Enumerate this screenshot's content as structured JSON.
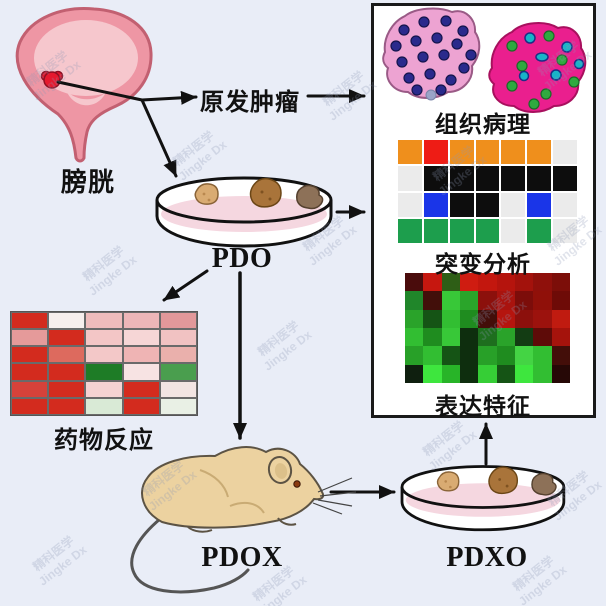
{
  "labels": {
    "bladder": "膀胱",
    "primary_tumor": "原发肿瘤",
    "histopathology": "组织病理",
    "mutation_analysis": "突变分析",
    "expression_profile": "表达特征",
    "drug_response": "药物反应",
    "pdo": "PDO",
    "pdox": "PDOX",
    "pdxo": "PDXO"
  },
  "watermark": {
    "text": "精科医学\nJingke Dx"
  },
  "palette": {
    "page_bg": "#e9edf7",
    "panel_bg": "#ffffff",
    "panel_border": "#1a1a1a",
    "arrow": "#111111",
    "bladder_wall": "#ee96a4",
    "bladder_outline": "#c26071",
    "bladder_inner": "#f6c7cd",
    "tumor_red": "#e5192e",
    "dish_liquid_pink": "#f5d7e0",
    "organoid_tan": "#d9ab72",
    "organoid_brown": "#a9743a",
    "organoid_gray_brown": "#8d7158",
    "mouse_body": "#ecd2a0",
    "mouse_outline": "#5c5344",
    "tissue_left_fill": "#eda3d2",
    "tissue_left_outline": "#9a5a86",
    "tissue_left_dot_navy": "#2a2a8c",
    "tissue_right_fill": "#ea1f8e",
    "tissue_right_outline": "#a8105e",
    "tissue_right_dot_green": "#2faa3f",
    "tissue_right_dot_teal": "#18b4c8",
    "mutation_orange": "#ef8f1c",
    "mutation_red": "#ee1c15",
    "mutation_black": "#0d0d0d",
    "mutation_blue": "#1a35e8",
    "mutation_green": "#1d9e4d",
    "mutation_gray": "#ebebeb"
  },
  "chart_data": [
    {
      "name": "mutation_grid",
      "type": "heatmap",
      "title": "突变分析",
      "rows": 4,
      "cols": 7,
      "cells": [
        [
          "#ef8f1c",
          "#ee1c15",
          "#ef8f1c",
          "#ef8f1c",
          "#ef8f1c",
          "#ef8f1c",
          "#ebebeb"
        ],
        [
          "#ebebeb",
          "#0d0d0d",
          "#0d0d0d",
          "#0d0d0d",
          "#0d0d0d",
          "#0d0d0d",
          "#0d0d0d"
        ],
        [
          "#ebebeb",
          "#1a35e8",
          "#0d0d0d",
          "#0d0d0d",
          "#ebebeb",
          "#1a35e8",
          "#ebebeb"
        ],
        [
          "#1d9e4d",
          "#1d9e4d",
          "#1d9e4d",
          "#1d9e4d",
          "#ebebeb",
          "#1d9e4d",
          "#ebebeb"
        ]
      ]
    },
    {
      "name": "expression_grid",
      "type": "heatmap",
      "title": "表达特征",
      "rows": 6,
      "cols": 9,
      "cells": [
        [
          "#4a0c0c",
          "#c6170f",
          "#2e5e16",
          "#cf1c11",
          "#c3170e",
          "#b5140d",
          "#a3120c",
          "#8f100b",
          "#7c0e09"
        ],
        [
          "#20862a",
          "#420f0a",
          "#38c838",
          "#2aa52a",
          "#8c100c",
          "#a9130e",
          "#7c0d0a",
          "#901009",
          "#6e0b07"
        ],
        [
          "#2aa32a",
          "#155415",
          "#32be32",
          "#1f8c1f",
          "#430e09",
          "#b5150e",
          "#8c100c",
          "#9c120d",
          "#c01b10"
        ],
        [
          "#32be32",
          "#1f8c1f",
          "#38c838",
          "#0e2e0e",
          "#1e6e1e",
          "#2aa32a",
          "#133c13",
          "#5e0b08",
          "#a5130c"
        ],
        [
          "#28a028",
          "#32be32",
          "#155415",
          "#0e2e0e",
          "#28a028",
          "#1f8c1f",
          "#44d444",
          "#32be32",
          "#430e09"
        ],
        [
          "#0f1f0f",
          "#3ee63e",
          "#28b428",
          "#0e2e0e",
          "#36ce36",
          "#155415",
          "#3ee63e",
          "#32be32",
          "#260806"
        ]
      ]
    },
    {
      "name": "drug_grid",
      "type": "heatmap",
      "title": "药物反应",
      "rows": 6,
      "cols": 5,
      "cells": [
        [
          "#d32b1e",
          "#f7efed",
          "#efbcbc",
          "#edb6b8",
          "#e2989a"
        ],
        [
          "#e59a9a",
          "#d32b1e",
          "#f3c6c6",
          "#f6d6d6",
          "#f1c2c2"
        ],
        [
          "#d32b1e",
          "#dd6a5e",
          "#f3c8c8",
          "#efb4b4",
          "#eab0ac"
        ],
        [
          "#d32b1e",
          "#d32b1e",
          "#1e7c26",
          "#f7e3e3",
          "#4a9e4e"
        ],
        [
          "#d6423a",
          "#d32b1e",
          "#f5d2d2",
          "#d32b1e",
          "#f2e4e2"
        ],
        [
          "#d32b1e",
          "#d32b1e",
          "#d9ead6",
          "#d32b1e",
          "#e9f0e5"
        ]
      ]
    }
  ]
}
